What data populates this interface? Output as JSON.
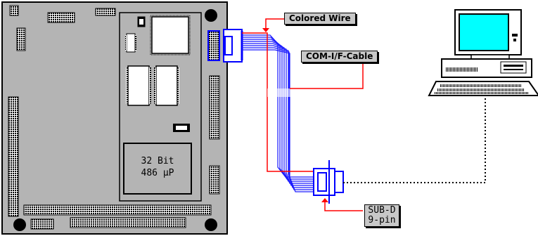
{
  "labels": {
    "colored_wire": "Colored Wire",
    "com_cable": "COM-I/F-Cable",
    "subd_line1": "SUB-D",
    "subd_line2": "9-pin"
  },
  "cpu": {
    "line1": "32 Bit",
    "line2": "486 µP"
  },
  "colors": {
    "wire_red": "#ff0000",
    "cable_blue": "#1a1aff",
    "connector_blue": "#0000ff",
    "screen_cyan": "#00ffff",
    "label_gray": "#c8c8c8",
    "board_gray": "#b4b4b4"
  }
}
